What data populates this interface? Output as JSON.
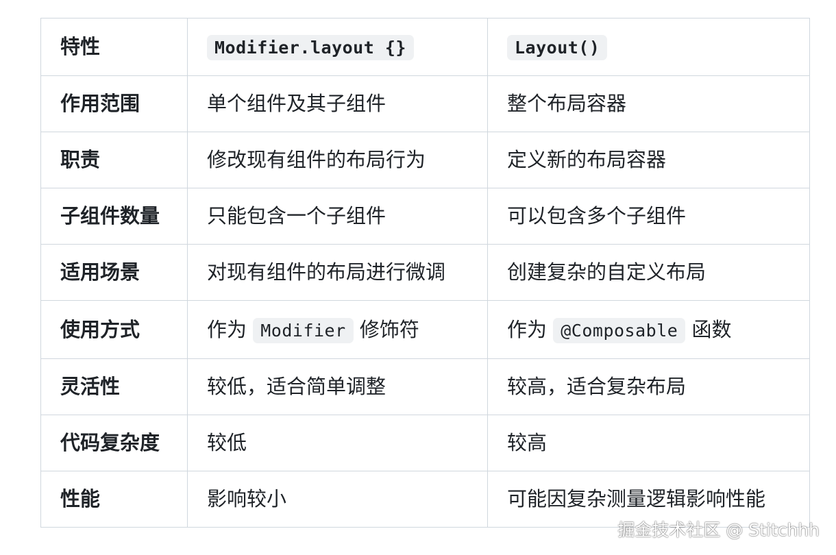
{
  "table": {
    "header": {
      "feature": "特性",
      "col1_code": "Modifier.layout {}",
      "col2_code": "Layout()"
    },
    "rows": [
      {
        "feature": "作用范围",
        "col1": "单个组件及其子组件",
        "col2": "整个布局容器"
      },
      {
        "feature": "职责",
        "col1": "修改现有组件的布局行为",
        "col2": "定义新的布局容器"
      },
      {
        "feature": "子组件数量",
        "col1": "只能包含一个子组件",
        "col2": "可以包含多个子组件"
      },
      {
        "feature": "适用场景",
        "col1": "对现有组件的布局进行微调",
        "col2": "创建复杂的自定义布局"
      },
      {
        "feature": "使用方式",
        "col1_prefix": "作为",
        "col1_code": "Modifier",
        "col1_suffix": "修饰符",
        "col2_prefix": "作为",
        "col2_code": "@Composable",
        "col2_suffix": "函数"
      },
      {
        "feature": "灵活性",
        "col1": "较低，适合简单调整",
        "col2": "较高，适合复杂布局"
      },
      {
        "feature": "代码复杂度",
        "col1": "较低",
        "col2": "较高"
      },
      {
        "feature": "性能",
        "col1": "影响较小",
        "col2": "可能因复杂测量逻辑影响性能"
      }
    ]
  },
  "watermark": "掘金技术社区 @ Stitchhh",
  "colors": {
    "border": "#d0d7de",
    "code_background": "#eff1f3",
    "text": "#1f2328"
  }
}
